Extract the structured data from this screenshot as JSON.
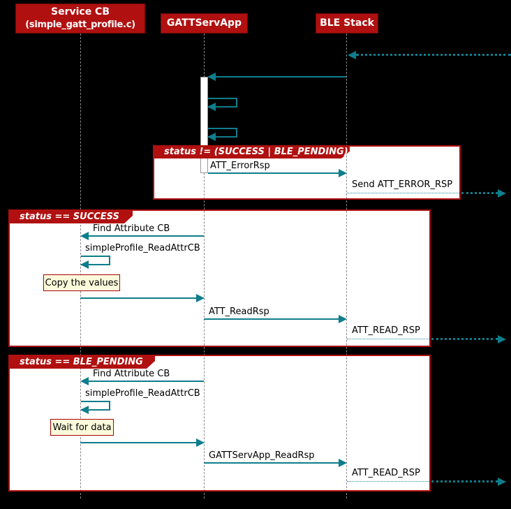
{
  "diagram": {
    "type": "uml-sequence",
    "colors": {
      "background": "#000000",
      "participant_fill": "#B01010",
      "participant_text": "#FFFFFF",
      "fragment_border": "#B01010",
      "fragment_header_fill": "#B01010",
      "fragment_header_text": "#FFFFFF",
      "fragment_body_fill": "#FFFFFF",
      "arrow_teal": "#0E7D8C",
      "note_fill": "#FBFBDC",
      "note_border": "#A80000",
      "lifeline_gray": "#8A8A8A",
      "message_text": "#000000"
    },
    "participants": {
      "service_cb": {
        "line1": "Service CB",
        "line2": "(simple_gatt_profile.c)"
      },
      "gatt_serv_app": {
        "label": "GATTServApp"
      },
      "ble_stack": {
        "label": "BLE Stack"
      }
    },
    "fragments": [
      {
        "guard": "status != (SUCCESS | BLE_PENDING)"
      },
      {
        "guard": "status == SUCCESS"
      },
      {
        "guard": "status == BLE_PENDING"
      }
    ],
    "messages": {
      "att_error_rsp": "ATT_ErrorRsp",
      "send_att_error_rsp": "Send ATT_ERROR_RSP",
      "find_attribute_cb": "Find Attribute CB",
      "simple_profile_read_attr_cb": "simpleProfile_ReadAttrCB",
      "att_read_rsp": "ATT_ReadRsp",
      "att_read_rsp_event": "ATT_READ_RSP",
      "gatt_serv_app_read_rsp": "GATTServApp_ReadRsp"
    },
    "notes": [
      {
        "text": "Copy the values"
      },
      {
        "text": "Wait for data"
      }
    ]
  }
}
